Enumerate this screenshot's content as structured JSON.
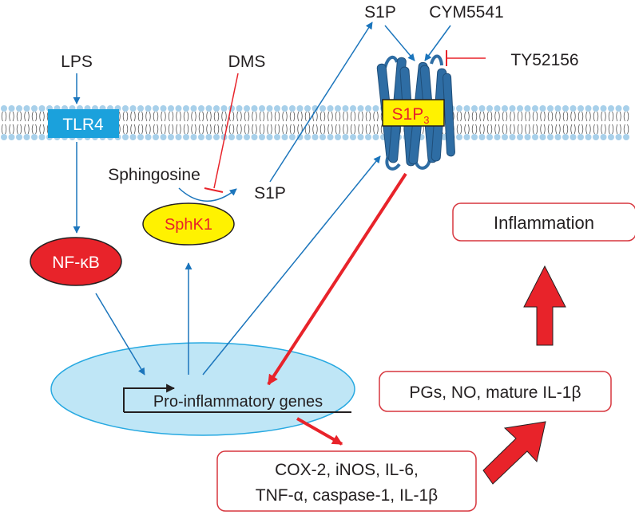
{
  "labels": {
    "lps": "LPS",
    "dms": "DMS",
    "s1p_top": "S1P",
    "cym": "CYM5541",
    "ty": "TY52156",
    "tlr4": "TLR4",
    "sphingosine": "Sphingosine",
    "s1p_mid": "S1P",
    "sphk1": "SphK1",
    "nfkb": "NF-κB",
    "receptor_main": "S1P",
    "receptor_sub": "3",
    "inflammation": "Inflammation",
    "pgs": "PGs, NO, mature IL-1β",
    "proinflammatory": "Pro-inflammatory genes",
    "products_line1": "COX-2, iNOS, IL-6,",
    "products_line2": "TNF-α, caspase-1, IL-1β"
  },
  "colors": {
    "blue_arrow": "#1b75bc",
    "red": "#e8232a",
    "tlr4_fill": "#1ba1dc",
    "nucleus_fill": "#bfe6f6",
    "nucleus_stroke": "#27a9e1",
    "receptor": "#2e6da4",
    "sphk1_fill": "#fff200",
    "box_border": "#d7373f",
    "membrane": "#a8d0ea"
  }
}
